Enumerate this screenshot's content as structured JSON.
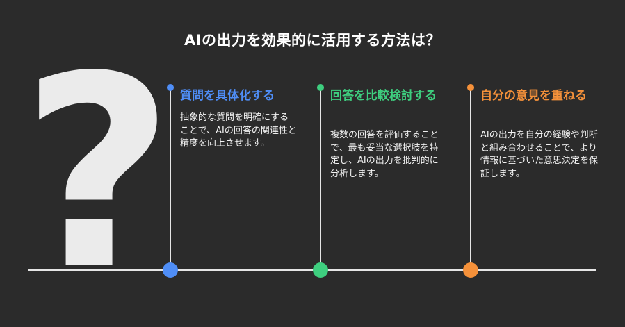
{
  "title": "AIの出力を効果的に活用する方法は？",
  "question_mark": "?",
  "steps": [
    {
      "title": "質問を具体化する",
      "description": "抽象的な質問を明確にすることで、AIの回答の関連性と精度を向上させます。",
      "color": "#4f8ef7"
    },
    {
      "title": "回答を比較検討する",
      "description": "複数の回答を評価することで、最も妥当な選択肢を特定し、AIの出力を批判的に分析します。",
      "color": "#3ecf7f"
    },
    {
      "title": "自分の意見を重ねる",
      "description": "AIの出力を自分の経験や判断と組み合わせることで、より情報に基づいた意思決定を保証します。",
      "color": "#f5913a"
    }
  ]
}
